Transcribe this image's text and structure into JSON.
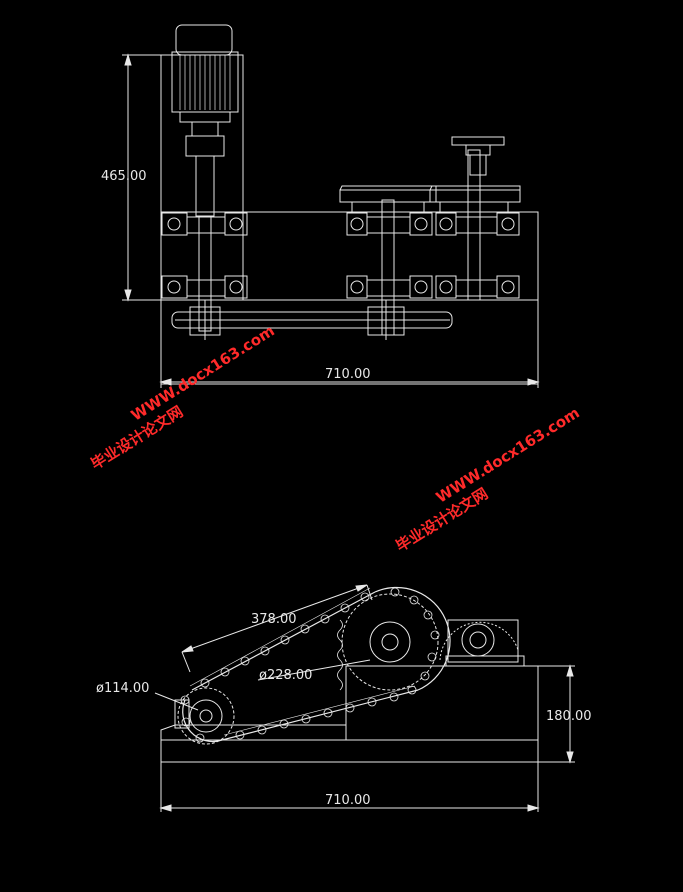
{
  "top_view": {
    "dim_height": "465.00",
    "dim_width": "710.00"
  },
  "side_view": {
    "dim_center_distance": "378.00",
    "dim_small_sprocket": "ø114.00",
    "dim_large_sprocket": "ø228.00",
    "dim_height": "180.00",
    "dim_width": "710.00"
  },
  "watermarks": [
    {
      "site": "WWW.docx163.com",
      "cn": "毕业设计论文网"
    },
    {
      "site": "WWW.docx163.com",
      "cn": "毕业设计论文网"
    }
  ],
  "colors": {
    "background": "#000000",
    "line": "#e8e8e8",
    "watermark": "#ff2a2a"
  }
}
